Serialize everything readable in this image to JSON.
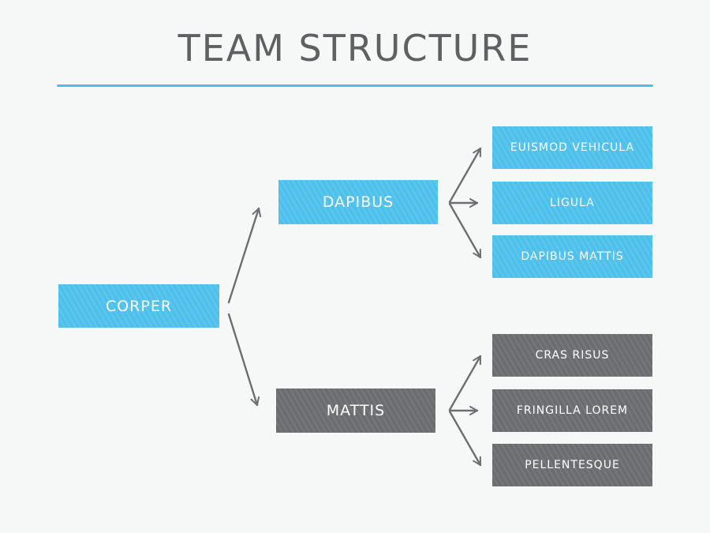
{
  "title": "TEAM STRUCTURE",
  "colors": {
    "accent_blue": "#4ec0ec",
    "node_gray": "#6c6d70",
    "title_gray": "#5f6062",
    "arrow_gray": "#6d6e71",
    "background": "#f6f8f8"
  },
  "root": {
    "label": "CORPER",
    "color": "blue"
  },
  "branches": [
    {
      "label": "DAPIBUS",
      "color": "blue",
      "children": [
        {
          "label": "EUISMOD VEHICULA"
        },
        {
          "label": "LIGULA"
        },
        {
          "label": "DAPIBUS MATTIS"
        }
      ]
    },
    {
      "label": "MATTIS",
      "color": "gray",
      "children": [
        {
          "label": "CRAS RISUS"
        },
        {
          "label": "FRINGILLA LOREM"
        },
        {
          "label": "PELLENTESQUE"
        }
      ]
    }
  ]
}
